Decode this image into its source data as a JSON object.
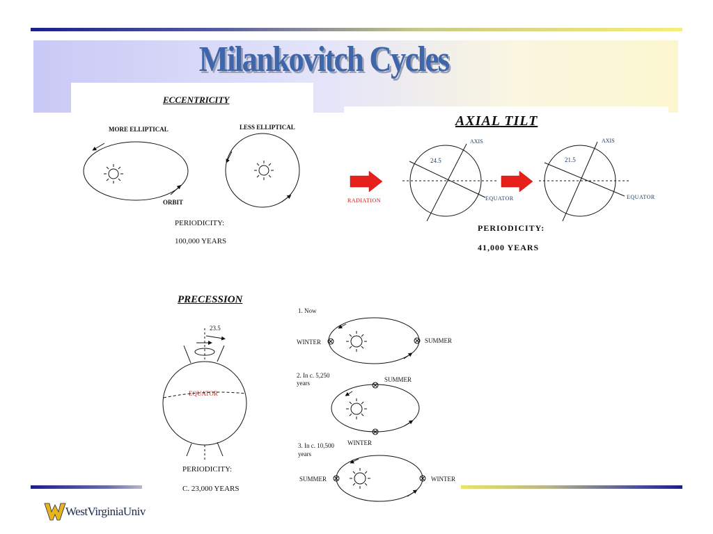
{
  "title": "Milankovitch Cycles",
  "eccentricity": {
    "heading": "ECCENTRICITY",
    "more_elliptical": "MORE ELLIPTICAL",
    "less_elliptical": "LESS ELLIPTICAL",
    "orbit": "ORBIT",
    "periodicity_label": "PERIODICITY:",
    "periodicity_value": "100,000 YEARS"
  },
  "axial_tilt": {
    "heading": "AXIAL TILT",
    "radiation": "RADIATION",
    "angle_1": "24.5",
    "angle_2": "21.5",
    "axis_1": "AXIS",
    "axis_2": "AXIS",
    "equator_1": "EQUATOR",
    "equator_2": "EQUATOR",
    "periodicity_label": "PERIODICITY:",
    "periodicity_value": "41,000 YEARS",
    "arrow_color": "#e8201c"
  },
  "precession": {
    "heading": "PRECESSION",
    "angle": "23.5",
    "equator": "EQUATOR",
    "equator_color": "#b5332b",
    "periodicity_label": "PERIODICITY:",
    "periodicity_value": "C. 23,000 YEARS",
    "stage_1_label": "1. Now",
    "stage_1_left": "WINTER",
    "stage_1_right": "SUMMER",
    "stage_2_label_line1": "2. In c. 5,250",
    "stage_2_label_line2": "years",
    "stage_2_top": "SUMMER",
    "stage_2_bottom": "WINTER",
    "stage_3_label_line1": "3. In c. 10,500",
    "stage_3_label_line2": "years",
    "stage_3_left": "SUMMER",
    "stage_3_right": "WINTER"
  },
  "footer": {
    "logo_text": "WestVirginiaUniv",
    "logo_color": "#e8b41c"
  }
}
